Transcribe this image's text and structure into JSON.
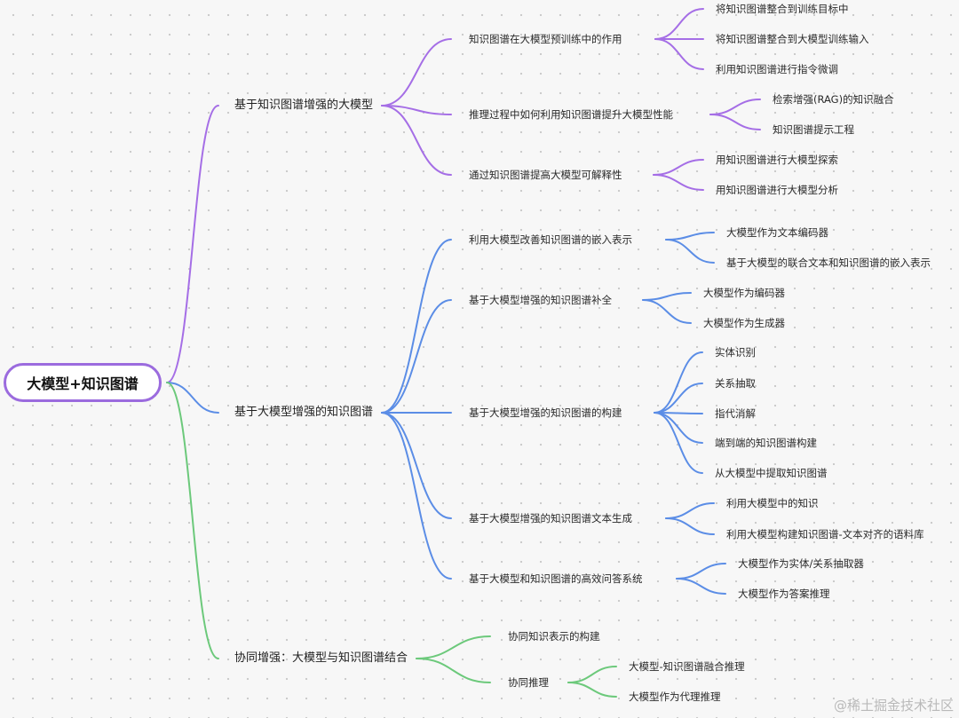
{
  "root": "大模型+知识图谱",
  "watermark": "@稀土掘金技术社区",
  "colors": {
    "purple": "#a56ee6",
    "blue": "#5b8de6",
    "green": "#6cc97b",
    "root_border": "#9b6bde"
  },
  "branches": [
    {
      "label": "基于知识图谱增强的大模型",
      "color": "purple",
      "children": [
        {
          "label": "知识图谱在大模型预训练中的作用",
          "children": [
            "将知识图谱整合到训练目标中",
            "将知识图谱整合到大模型训练输入",
            "利用知识图谱进行指令微调"
          ]
        },
        {
          "label": "推理过程中如何利用知识图谱提升大模型性能",
          "children": [
            "检索增强(RAG)的知识融合",
            "知识图谱提示工程"
          ]
        },
        {
          "label": "通过知识图谱提高大模型可解释性",
          "children": [
            "用知识图谱进行大模型探索",
            "用知识图谱进行大模型分析"
          ]
        }
      ]
    },
    {
      "label": "基于大模型增强的知识图谱",
      "color": "blue",
      "children": [
        {
          "label": "利用大模型改善知识图谱的嵌入表示",
          "children": [
            "大模型作为文本编码器",
            "基于大模型的联合文本和知识图谱的嵌入表示"
          ]
        },
        {
          "label": "基于大模型增强的知识图谱补全",
          "children": [
            "大模型作为编码器",
            "大模型作为生成器"
          ]
        },
        {
          "label": "基于大模型增强的知识图谱的构建",
          "children": [
            "实体识别",
            "关系抽取",
            "指代消解",
            "端到端的知识图谱构建",
            "从大模型中提取知识图谱"
          ]
        },
        {
          "label": "基于大模型增强的知识图谱文本生成",
          "children": [
            "利用大模型中的知识",
            "利用大模型构建知识图谱-文本对齐的语料库"
          ]
        },
        {
          "label": "基于大模型和知识图谱的高效问答系统",
          "children": [
            "大模型作为实体/关系抽取器",
            "大模型作为答案推理"
          ]
        }
      ]
    },
    {
      "label": "协同增强：大模型与知识图谱结合",
      "color": "green",
      "children": [
        {
          "label": "协同知识表示的构建",
          "children": []
        },
        {
          "label": "协同推理",
          "children": [
            "大模型-知识图谱融合推理",
            "大模型作为代理推理"
          ]
        }
      ]
    }
  ]
}
